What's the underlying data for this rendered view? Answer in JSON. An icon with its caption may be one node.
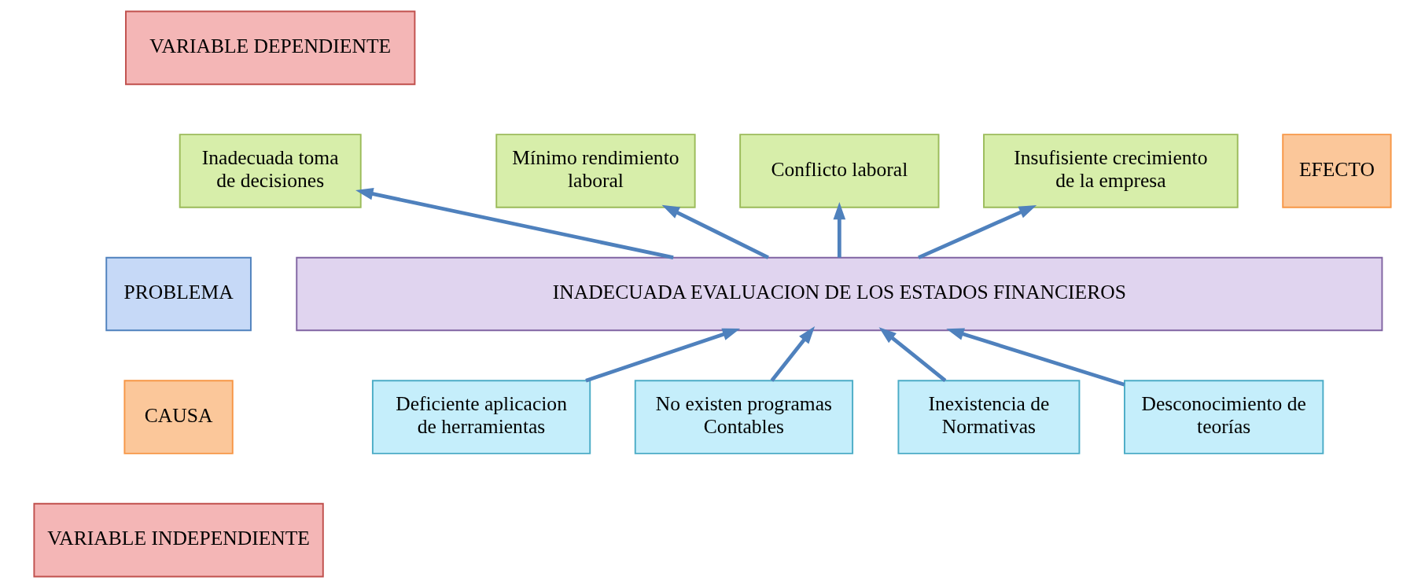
{
  "diagram": {
    "nodes": [
      {
        "text": [
          "VARIABLE DEPENDIENTE"
        ]
      },
      {
        "text": [
          "Inadecuada toma de decisiones"
        ]
      },
      {
        "text": [
          "Mínimo rendimiento laboral"
        ]
      },
      {
        "text": [
          "Conflicto laboral"
        ]
      },
      {
        "text": [
          "Insufisiente crecimiento de la empresa"
        ]
      },
      {
        "text": [
          "EFECTO"
        ]
      },
      {
        "text": [
          "PROBLEMA"
        ]
      },
      {
        "text": [
          "INADECUADA EVALUACION DE LOS ESTADOS FINANCIEROS"
        ]
      },
      {
        "text": [
          "CAUSA"
        ]
      },
      {
        "text": [
          "Deficiente aplicacion de herramientas"
        ]
      },
      {
        "text": [
          "No existen programas Contables"
        ]
      },
      {
        "text": [
          "Inexistencia de Normativas"
        ]
      },
      {
        "text": [
          "Desconocimiento de teorías"
        ]
      },
      {
        "text": [
          "VARIABLE INDEPENDIENTE"
        ]
      }
    ],
    "edges": [
      {
        "from": 7,
        "to": 1,
        "arrow": "to"
      },
      {
        "from": 7,
        "to": 2,
        "arrow": "to"
      },
      {
        "from": 7,
        "to": 3,
        "arrow": "to"
      },
      {
        "from": 7,
        "to": 4,
        "arrow": "to"
      },
      {
        "from": 9,
        "to": 7,
        "arrow": "to"
      },
      {
        "from": 10,
        "to": 7,
        "arrow": "to"
      },
      {
        "from": 11,
        "to": 7,
        "arrow": "to"
      },
      {
        "from": 12,
        "to": 7,
        "arrow": "to"
      }
    ]
  }
}
